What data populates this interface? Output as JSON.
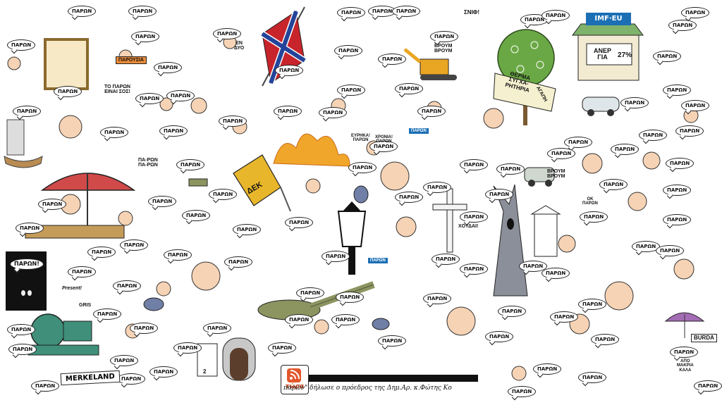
{
  "bubble_text": "ΠΑΡΩΝ",
  "black_panel_bubble": "ΠΑΡΩΝ!",
  "signs": {
    "snif": "ΣΝΙΦ!",
    "imf": "IMF·EU",
    "aner_gia": "ΑΝΕΡ\nΓΙΑ",
    "percent": "27%",
    "parousia": "ΠΑΡΟΥΣΙΑ",
    "to_paron": "ΤΟ ΠΑΡΩΝ\nΕΙΝΑΙ ΣΟΣ!",
    "en_dyo": "ΕΝ\nΔΥΟ",
    "vroym1": "ΒΡΟΥΜ\nΒΡΟΥΜ",
    "vroym2": "ΒΡΟΥΜ\nΒΡΟΥΜ",
    "tree_banner": "ΘΕΡΜΑ\nΣΥΓΧΑ-\nΡΗΤΗΡΙΑ",
    "agape": "ΑΓΑΠΗ",
    "dek": "ΔΕΚ",
    "pa_ron": "ΠΑ-ΡΩΝ\nΠΑ-ΡΩΝ",
    "present": "Present!",
    "gris": "GRIS",
    "evraka": "ΕΥΡΗΚΑ!\nΠΑΡΩΝ",
    "xpomei": "ΧΡΟΝΙΑ!\nΠΑΡΩΝ",
    "ok_paron": "ΟΚ\nΠΑΡΩΝ",
    "xoudai": "ΧΟΥΔΑΙ!",
    "burda": "BURDA",
    "merkeland": "MERKELAND",
    "apo_makria": "ΑΠΟ\nΜΑΚΡΙΑ\nΚΑΛΑ",
    "paron_small": "ΠΑΡΩΝ",
    "page_num": "2"
  },
  "ticker": {
    "logo_label": "τώρα",
    "caption": "παρών\" δήλωσε ο πρόεδρος της Δημ.Αρ. κ.Φώτης Κο"
  },
  "colors": {
    "flag_red": "#c8242b",
    "flag_blue": "#24449a",
    "shop_blue": "#1c6fb5",
    "tree_green": "#6aa845",
    "umbrella_red": "#d14a4a",
    "tank_green": "#8c9460",
    "dek_yellow": "#e8b62b",
    "fire_orange": "#f0a62a",
    "rss_orange": "#e2572b"
  },
  "icons": [
    "confederate-flag-icon",
    "excavator-icon",
    "tank-icon",
    "street-lamp-icon",
    "umbrella-icon",
    "lifebuoy-icon",
    "rss-icon",
    "crucifix-icon"
  ]
}
